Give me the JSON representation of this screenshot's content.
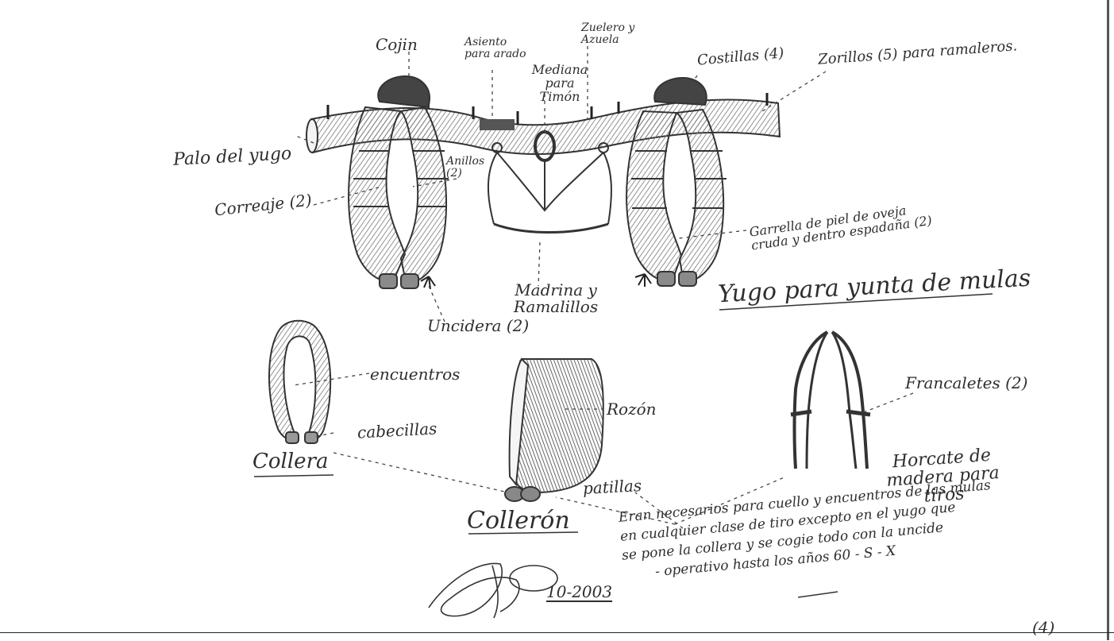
{
  "labels": {
    "cojin": "Cojin",
    "asiento": "Asiento para arado",
    "zuelero": "Zuelero y Azuela",
    "mediana": "Mediana para Timón",
    "costillas": "Costillas (4)",
    "zorillos": "Zorillos (5) para ramaleros.",
    "palo": "Palo del yugo",
    "anillos": "Anillos (2)",
    "correaje": "Correaje (2)",
    "garrella": "Garrella de piel de oveja cruda y dentro espadaña (2)",
    "madrina": "Madrina y Ramalillos",
    "uncidera": "Uncidera (2)",
    "yugo_title": "Yugo para yunta de mulas",
    "encuentros": "encuentros",
    "cabecillas": "cabecillas",
    "collera": "Collera",
    "rozon": "Rozón",
    "patillas": "patillas",
    "colleron": "Collerón",
    "francaletes": "Francaletes (2)",
    "horcate": "Horcate de madera para tiros",
    "signature_date": "10-2003",
    "page_number": "(4)"
  },
  "note": {
    "lines": [
      "Eran necesarios para cuello y encuentros de las mulas",
      "en cualquier clase de tiro excepto en el yugo que",
      "se pone la collera y se cogie todo con la uncide",
      "- operativo hasta los años 60 - S - X"
    ]
  },
  "colors": {
    "ink": "#2e2e2e",
    "shade": "#6b6b6b",
    "paper": "#ffffff"
  }
}
